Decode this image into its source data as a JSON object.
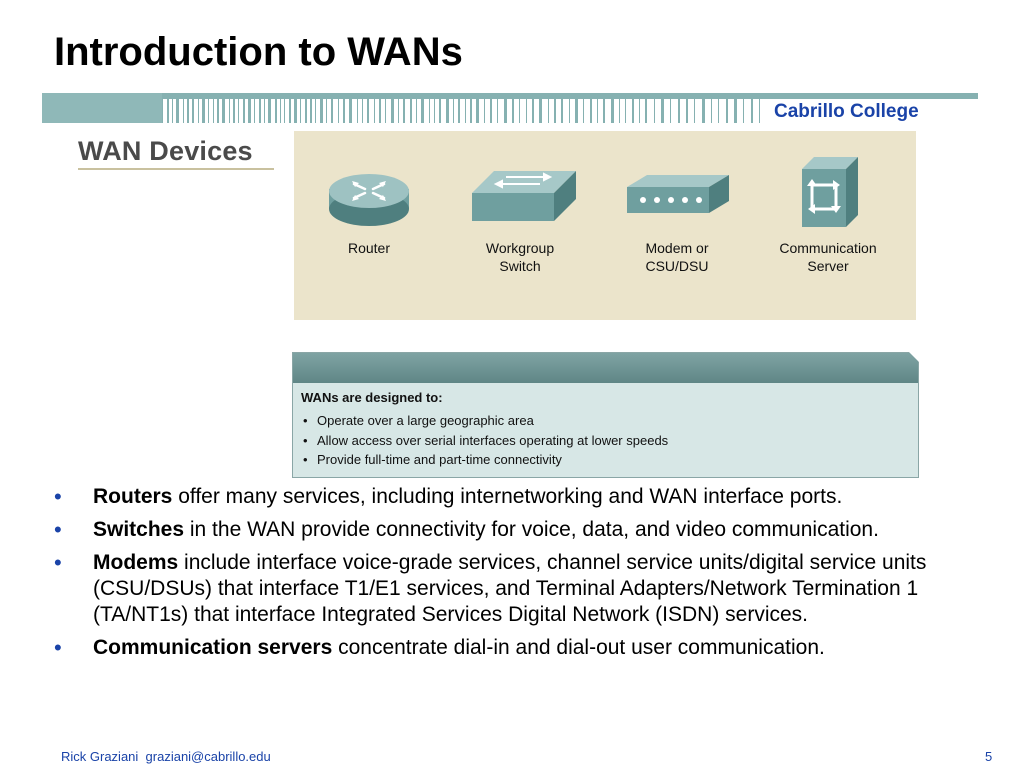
{
  "slide": {
    "title": "Introduction to WANs",
    "header_brand": "Cabrillo College",
    "subtitle": "WAN Devices"
  },
  "devices": [
    {
      "icon": "router-icon",
      "label_lines": [
        "Router"
      ]
    },
    {
      "icon": "switch-icon",
      "label_lines": [
        "Workgroup",
        "Switch"
      ]
    },
    {
      "icon": "modem-icon",
      "label_lines": [
        "Modem or",
        "CSU/DSU"
      ]
    },
    {
      "icon": "communication-server-icon",
      "label_lines": [
        "Communication",
        "Server"
      ]
    }
  ],
  "info_box": {
    "heading": "WANs are designed to:",
    "items": [
      "Operate over a large geographic area",
      "Allow access over serial interfaces operating at lower speeds",
      "Provide full-time and part-time connectivity"
    ]
  },
  "bullets": [
    {
      "term": "Routers",
      "text": " offer many services, including internetworking and WAN interface ports."
    },
    {
      "term": "Switches",
      "text": " in the WAN provide connectivity for voice, data, and video communication."
    },
    {
      "term": "Modems",
      "text": " include interface voice-grade services, channel service units/digital service units (CSU/DSUs) that interface T1/E1 services, and Terminal Adapters/Network Termination 1 (TA/NT1s) that interface Integrated Services Digital Network (ISDN) services."
    },
    {
      "term": "Communication servers",
      "text": " concentrate dial-in and dial-out user communication."
    }
  ],
  "footer": {
    "author": "Rick Graziani",
    "email": "graziani@cabrillo.edu",
    "page_number": "5"
  },
  "colors": {
    "brand_blue": "#1a43a8",
    "device_panel": "#ebe4cb",
    "info_panel": "#d7e7e6",
    "info_header": "#6f9494",
    "header_teal": "#86b1b1"
  }
}
